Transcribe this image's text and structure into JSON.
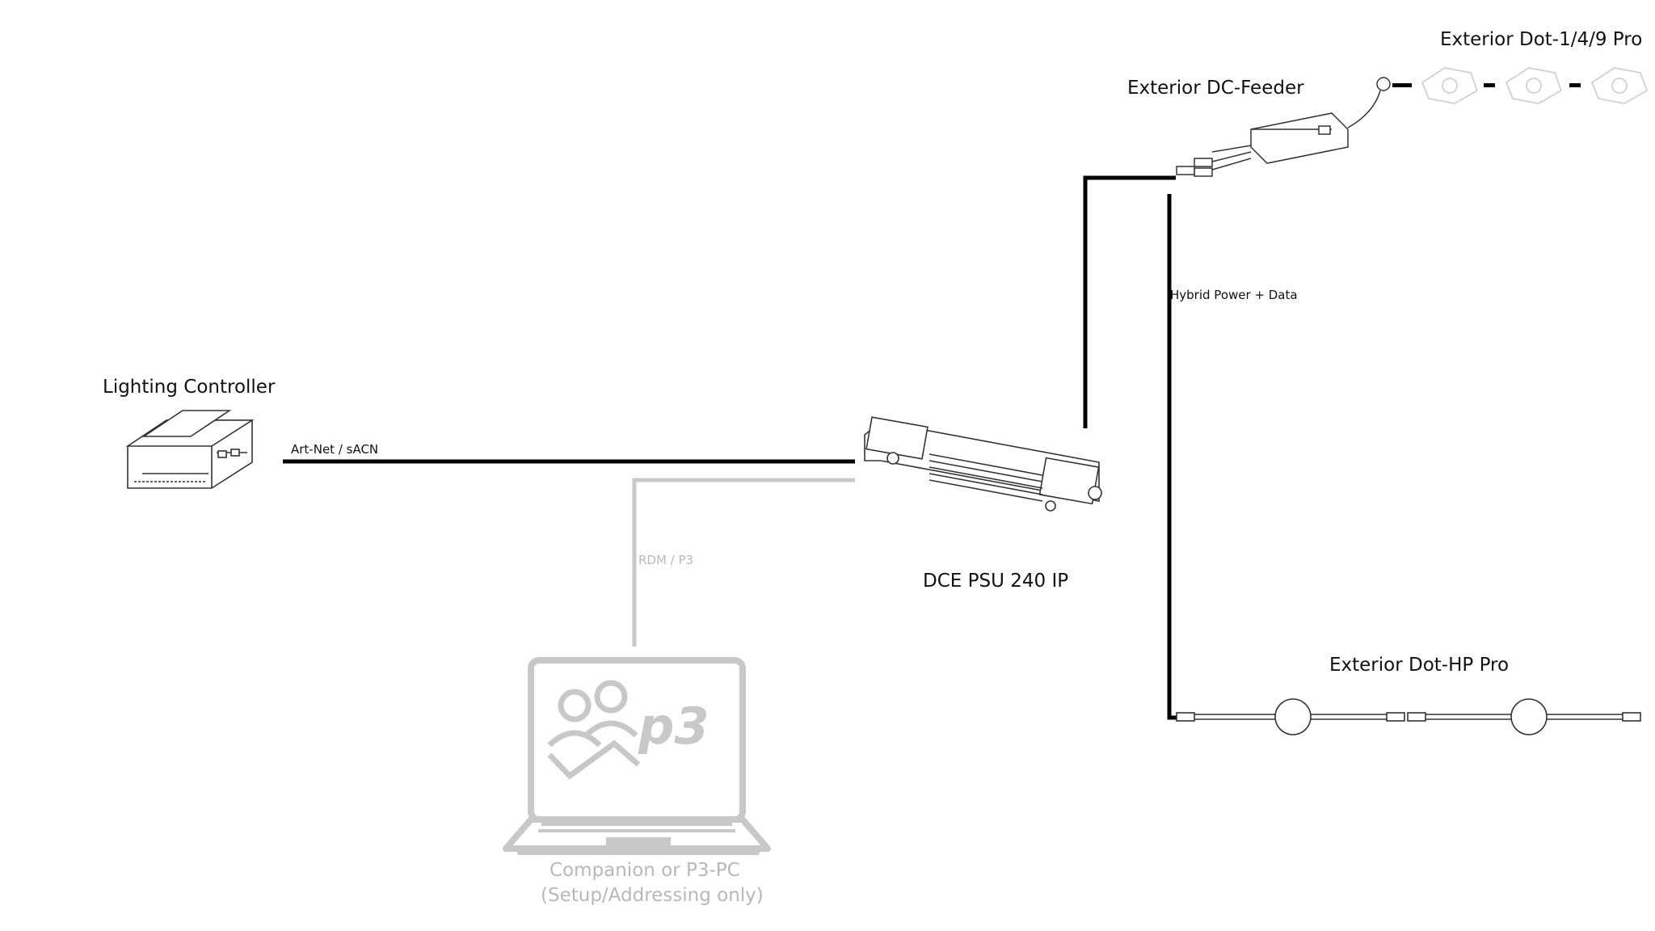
{
  "devices": {
    "lighting_controller": "Lighting Controller",
    "psu": "DCE PSU 240 IP",
    "feeder": "Exterior DC-Feeder",
    "dot_pro": "Exterior Dot-1/4/9 Pro",
    "dot_hp": "Exterior Dot-HP Pro",
    "laptop_line1": "Companion or P3-PC",
    "laptop_line2": "(Setup/Addressing only)"
  },
  "connections": {
    "artnet": "Art-Net / sACN",
    "rdm": "RDM / P3",
    "hybrid": "Hybrid Power + Data"
  },
  "icons": [
    "lighting-controller-icon",
    "psu-icon",
    "dc-feeder-icon",
    "dot-pro-icon",
    "dot-hp-icon",
    "laptop-icon"
  ],
  "colors": {
    "line": "#000000",
    "inactive": "#c4c4c4"
  }
}
